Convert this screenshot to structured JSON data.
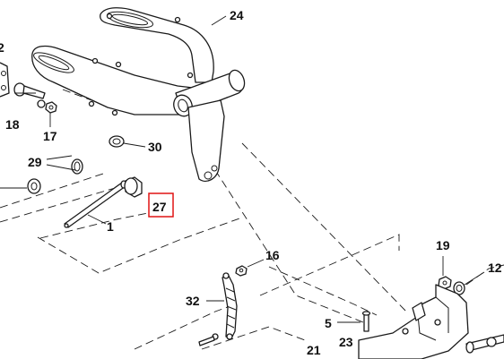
{
  "callouts": {
    "c24": "24",
    "c2": "2",
    "c18": "18",
    "c17": "17",
    "c30": "30",
    "c29": "29",
    "c27": "27",
    "c1": "1",
    "c16": "16",
    "c19": "19",
    "c12": "12",
    "c32": "32",
    "c5": "5",
    "c21": "21",
    "c23": "23"
  },
  "highlight": {
    "callout": "27",
    "color": "#e01414"
  }
}
